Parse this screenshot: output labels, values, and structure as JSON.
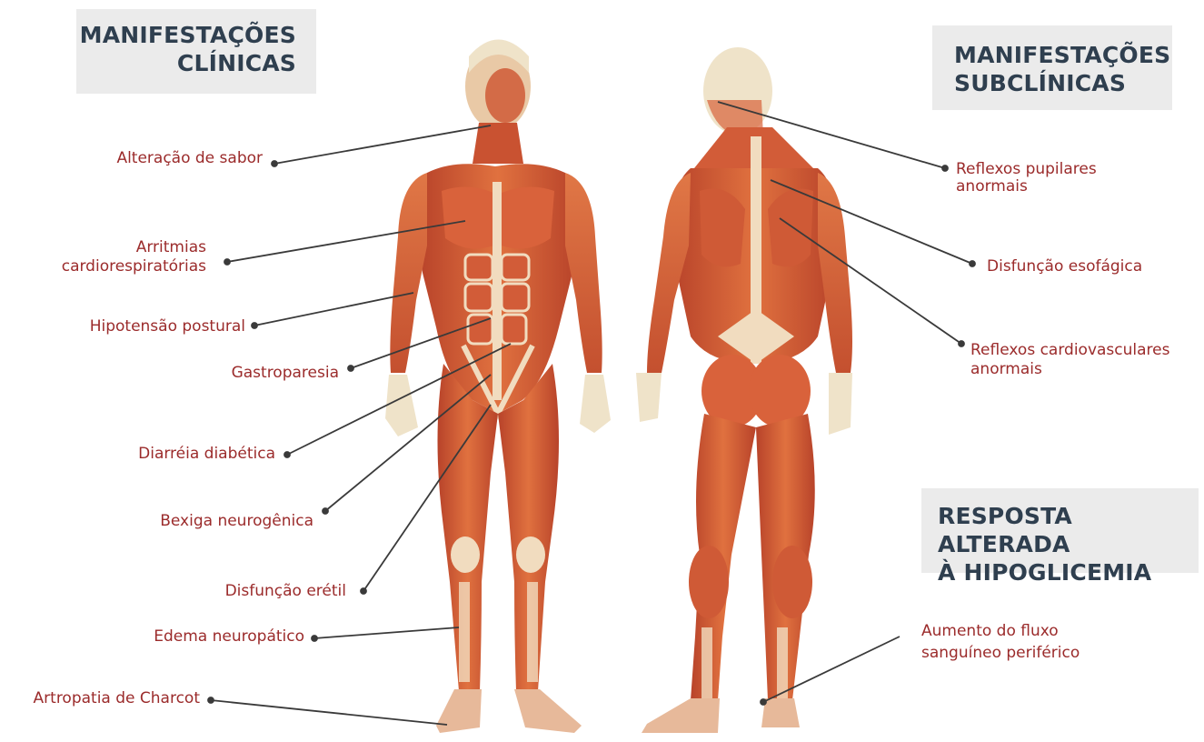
{
  "headers": {
    "clinical": [
      "MANIFESTAÇÕES",
      "CLÍNICAS"
    ],
    "subclinical": [
      "MANIFESTAÇÕES",
      "SUBCLÍNICAS"
    ],
    "hypoglycemia": [
      "RESPOSTA ALTERADA",
      "À HIPOGLICEMIA"
    ]
  },
  "clinical_labels": [
    {
      "lines": [
        "Alteração de sabor"
      ]
    },
    {
      "lines": [
        "Arritmias",
        "cardiorespiratórias"
      ]
    },
    {
      "lines": [
        "Hipotensão postural"
      ]
    },
    {
      "lines": [
        "Gastroparesia"
      ]
    },
    {
      "lines": [
        "Diarréia diabética"
      ]
    },
    {
      "lines": [
        "Bexiga neurogênica"
      ]
    },
    {
      "lines": [
        "Disfunção erétil"
      ]
    },
    {
      "lines": [
        "Edema neuropático"
      ]
    },
    {
      "lines": [
        "Artropatia de Charcot"
      ]
    }
  ],
  "subclinical_labels": [
    {
      "lines": [
        "Reflexos pupilares",
        "anormais"
      ]
    },
    {
      "lines": [
        "Disfunção esofágica"
      ]
    },
    {
      "lines": [
        "Reflexos cardiovasculares",
        "anormais"
      ]
    }
  ],
  "hypoglycemia_labels": [
    {
      "lines": [
        "Aumento do fluxo",
        "sanguíneo periférico"
      ]
    }
  ],
  "colors": {
    "label_text": "#9b2b2b",
    "header_bg": "#ebebeb",
    "header_text": "#2f3f4f",
    "muscle": "#d9623b",
    "muscle_dark": "#b8432a",
    "tendon": "#f1dcbf",
    "skin_head": "#efe3c9",
    "leader_line": "#3a3a3a"
  },
  "illustration": {
    "front_figure": "anatomical-front-view",
    "back_figure": "anatomical-back-view"
  }
}
